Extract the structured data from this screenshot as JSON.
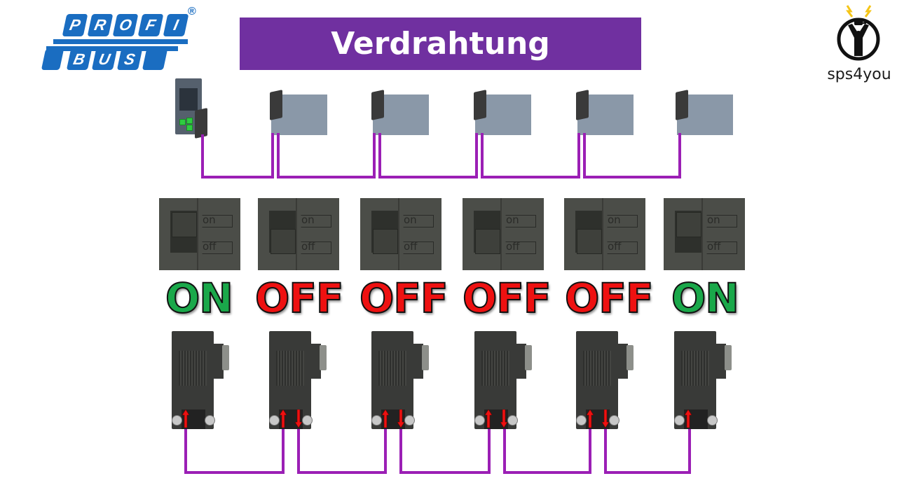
{
  "title": "Verdrahtung",
  "logos": {
    "profibus": {
      "top_letters": [
        "P",
        "R",
        "O",
        "F",
        "I"
      ],
      "bottom_letters": [
        "B",
        "U",
        "S"
      ],
      "registered_mark": "®",
      "color": "#1a6dc1"
    },
    "sps4you": {
      "brand_text": "sps4you"
    }
  },
  "colors": {
    "title_bg": "#7030a0",
    "cable": "#9b1fb5",
    "on": "#1aa84a",
    "off": "#ee1111",
    "arrow": "#ee1111"
  },
  "bus_nodes": [
    {
      "id": "cpu",
      "type": "CPU",
      "switch": "ON",
      "switch_label_on": "on",
      "switch_label_off": "off",
      "connector_ports": [
        "in"
      ]
    },
    {
      "id": "io1",
      "type": "ET200 I/O station",
      "switch": "OFF",
      "switch_label_on": "on",
      "switch_label_off": "off",
      "connector_ports": [
        "in",
        "out"
      ]
    },
    {
      "id": "io2",
      "type": "ET200 I/O station",
      "switch": "OFF",
      "switch_label_on": "on",
      "switch_label_off": "off",
      "connector_ports": [
        "in",
        "out"
      ]
    },
    {
      "id": "io3",
      "type": "ET200 I/O station",
      "switch": "OFF",
      "switch_label_on": "on",
      "switch_label_off": "off",
      "connector_ports": [
        "in",
        "out"
      ]
    },
    {
      "id": "io4",
      "type": "ET200 I/O station",
      "switch": "OFF",
      "switch_label_on": "on",
      "switch_label_off": "off",
      "connector_ports": [
        "in",
        "out"
      ]
    },
    {
      "id": "io5",
      "type": "ET200 I/O station",
      "switch": "ON",
      "switch_label_on": "on",
      "switch_label_off": "off",
      "connector_ports": [
        "in"
      ]
    }
  ],
  "state_labels": [
    "ON",
    "OFF",
    "OFF",
    "OFF",
    "OFF",
    "ON"
  ],
  "switch_text": {
    "on": "on",
    "off": "off"
  }
}
